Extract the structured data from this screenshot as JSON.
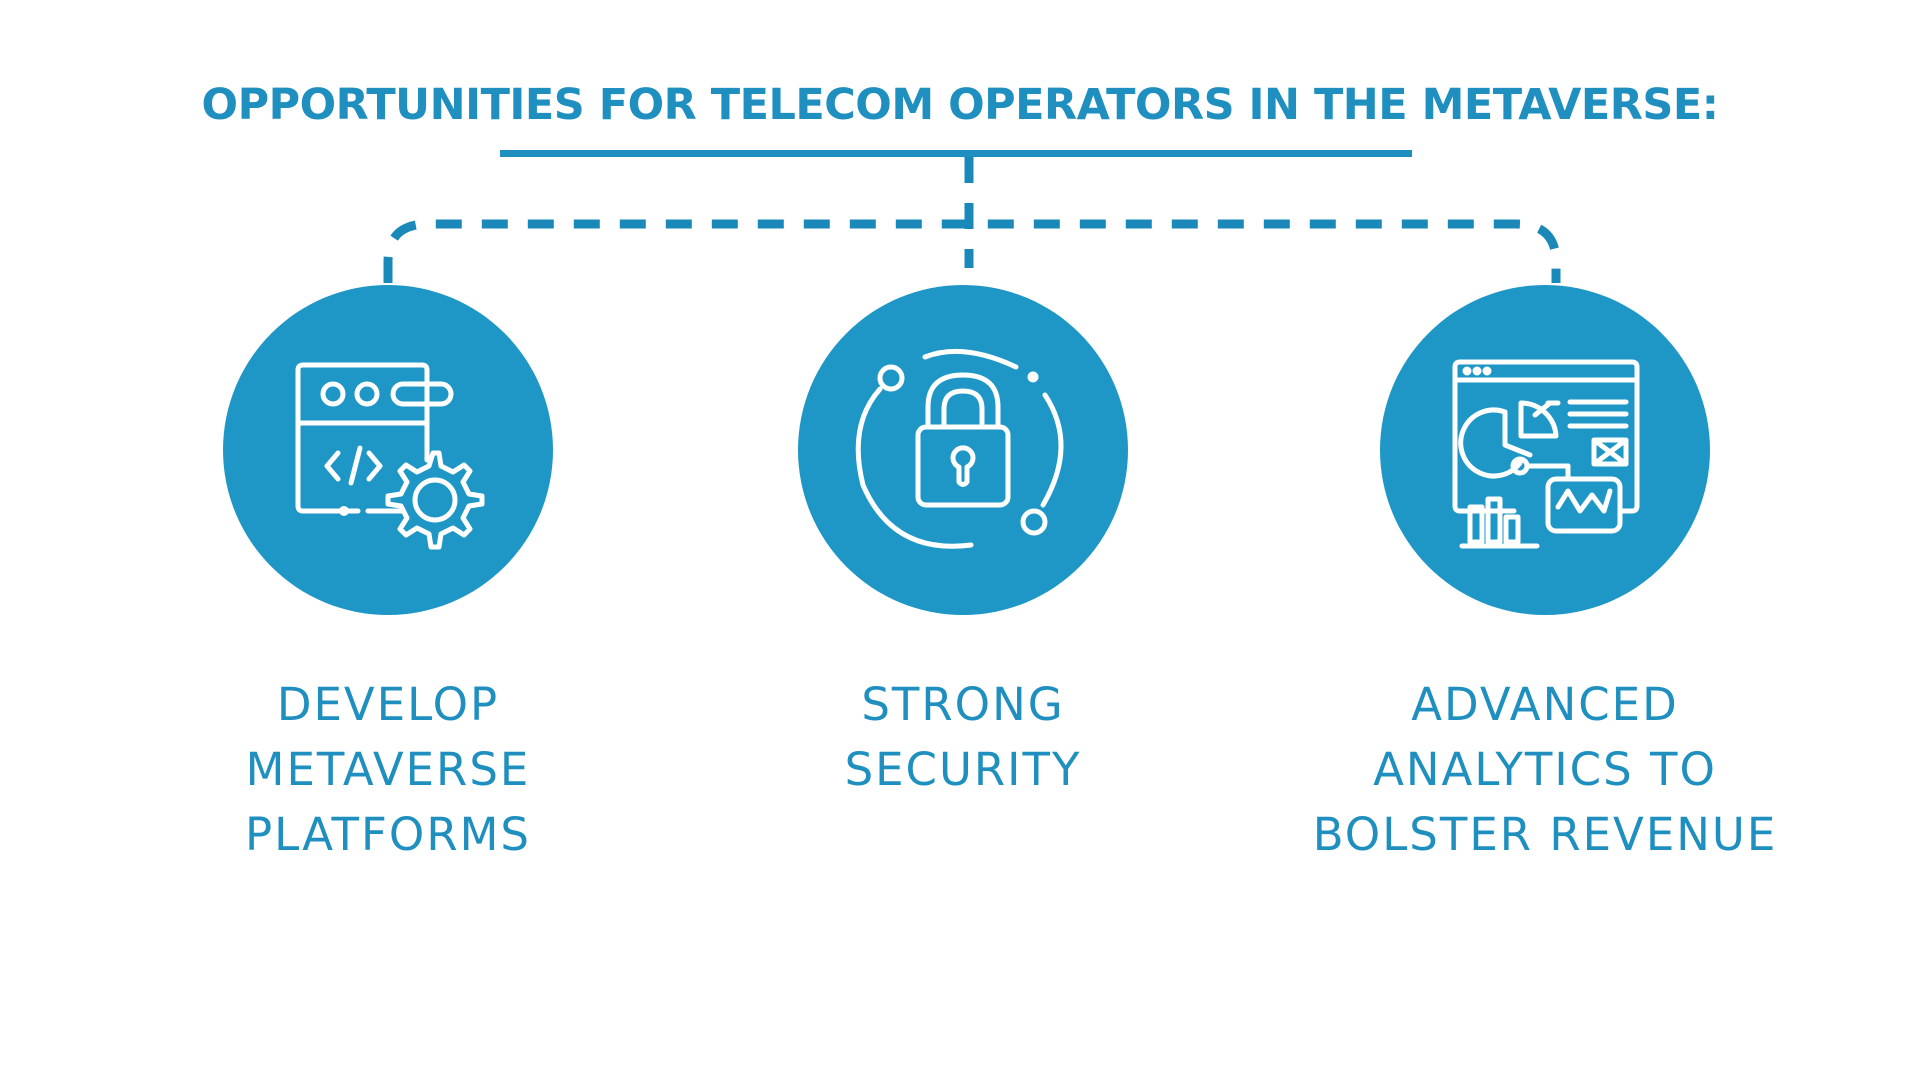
{
  "title": "OPPORTUNITIES FOR TELECOM OPERATORS IN THE METAVERSE:",
  "colors": {
    "accent": "#1e8fbf",
    "circle": "#1e97c6",
    "icon": "#ffffff"
  },
  "items": [
    {
      "icon": "browser-code-gear-icon",
      "lines": [
        "DEVELOP",
        "METAVERSE",
        "PLATFORMS"
      ]
    },
    {
      "icon": "padlock-cycle-icon",
      "lines": [
        "STRONG",
        "SECURITY"
      ]
    },
    {
      "icon": "analytics-dashboard-icon",
      "lines": [
        "ADVANCED",
        "ANALYTICS TO",
        "BOLSTER REVENUE"
      ]
    }
  ]
}
